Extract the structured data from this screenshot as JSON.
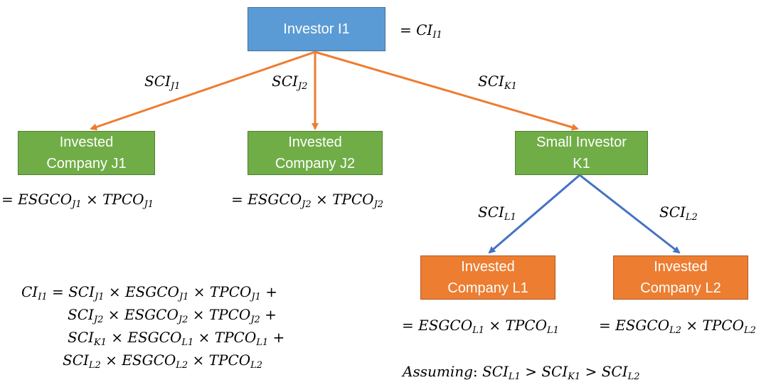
{
  "nodes": {
    "investor_i1": {
      "label": "Investor I1"
    },
    "company_j1": {
      "line1": "Invested",
      "line2": "Company J1"
    },
    "company_j2": {
      "line1": "Invested",
      "line2": "Company J2"
    },
    "small_investor_k1": {
      "line1": "Small Investor",
      "line2": "K1"
    },
    "company_l1": {
      "line1": "Invested",
      "line2": "Company L1"
    },
    "company_l2": {
      "line1": "Invested",
      "line2": "Company L2"
    }
  },
  "edges": {
    "sci_j1": {
      "base": "SCI",
      "sub": "J1"
    },
    "sci_j2": {
      "base": "SCI",
      "sub": "J2"
    },
    "sci_k1": {
      "base": "SCI",
      "sub": "K1"
    },
    "sci_l1": {
      "base": "SCI",
      "sub": "L1"
    },
    "sci_l2": {
      "base": "SCI",
      "sub": "L2"
    }
  },
  "formulas": {
    "ci_i1": {
      "eq": "=",
      "base": "CI",
      "sub": "I1"
    },
    "j1": {
      "eq": "=",
      "a": "ESGCO",
      "asub": "J1",
      "times": "×",
      "b": "TPCO",
      "bsub": "J1"
    },
    "j2": {
      "eq": "=",
      "a": "ESGCO",
      "asub": "J2",
      "times": "×",
      "b": "TPCO",
      "bsub": "J2"
    },
    "l1": {
      "eq": "=",
      "a": "ESGCO",
      "asub": "L1",
      "times": "×",
      "b": "TPCO",
      "bsub": "L1"
    },
    "l2": {
      "eq": "=",
      "a": "ESGCO",
      "asub": "L2",
      "times": "×",
      "b": "TPCO",
      "bsub": "L2"
    }
  },
  "total": {
    "lhs": "CI",
    "lhs_sub": "I1",
    "eq": "=",
    "terms": [
      {
        "sci": "SCI",
        "sci_sub": "J1",
        "esg": "ESGCO",
        "esg_sub": "J1",
        "tp": "TPCO",
        "tp_sub": "J1",
        "op": "+"
      },
      {
        "sci": "SCI",
        "sci_sub": "J2",
        "esg": "ESGCO",
        "esg_sub": "J2",
        "tp": "TPCO",
        "tp_sub": "J2",
        "op": "+"
      },
      {
        "sci": "SCI",
        "sci_sub": "K1",
        "esg": "ESGCO",
        "esg_sub": "L1",
        "tp": "TPCO",
        "tp_sub": "L1",
        "op": "+"
      },
      {
        "sci": "SCI",
        "sci_sub": "L2",
        "esg": "ESGCO",
        "esg_sub": "L2",
        "tp": "TPCO",
        "tp_sub": "L2",
        "op": ""
      }
    ],
    "times": "×"
  },
  "assumption": {
    "word": "Assuming",
    "colon": ":",
    "a": "SCI",
    "a_sub": "L1",
    "gt": ">",
    "b": "SCI",
    "b_sub": "K1",
    "c": "SCI",
    "c_sub": "L2"
  },
  "colors": {
    "blue_box": "#5b9bd5",
    "green_box": "#70ad47",
    "orange_box": "#ed7d31",
    "orange_arrow": "#ed7d31",
    "blue_arrow": "#4472c4"
  }
}
